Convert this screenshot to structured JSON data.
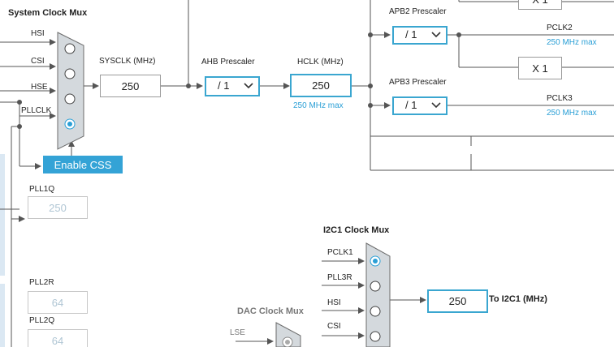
{
  "system_clock_mux": {
    "title": "System Clock Mux",
    "inputs": [
      "HSI",
      "CSI",
      "HSE",
      "PLLCLK"
    ],
    "selected_index": 3
  },
  "enable_css_label": "Enable CSS",
  "sysclk": {
    "label": "SYSCLK (MHz)",
    "value": "250"
  },
  "ahb_prescaler": {
    "label": "AHB Prescaler",
    "value": "/ 1"
  },
  "hclk": {
    "label": "HCLK (MHz)",
    "value": "250",
    "max": "250 MHz max"
  },
  "apb2_prescaler": {
    "label": "APB2 Prescaler",
    "value": "/ 1"
  },
  "apb3_prescaler": {
    "label": "APB3 Prescaler",
    "value": "/ 1"
  },
  "pclk2": {
    "label": "PCLK2",
    "max": "250 MHz max"
  },
  "pclk3": {
    "label": "PCLK3",
    "max": "250 MHz max"
  },
  "multipliers": [
    "X 1",
    "X 1"
  ],
  "pll1q": {
    "label": "PLL1Q",
    "value": "250"
  },
  "pll2r": {
    "label": "PLL2R",
    "value": "64"
  },
  "pll2q": {
    "label": "PLL2Q",
    "value": "64"
  },
  "i2c1_clock_mux": {
    "title": "I2C1 Clock Mux",
    "inputs": [
      "PCLK1",
      "PLL3R",
      "HSI",
      "CSI"
    ],
    "selected_index": 0,
    "output_value": "250",
    "output_label": "To I2C1 (MHz)"
  },
  "dac_clock_mux": {
    "title": "DAC Clock Mux",
    "inputs": [
      "LSE"
    ]
  },
  "colors": {
    "accent": "#3aa6d0",
    "wire": "#555555",
    "disabled_text": "#b0c6d4"
  },
  "icons": {
    "dropdown": "chevron-down-icon",
    "radio": "radio-button-icon"
  }
}
